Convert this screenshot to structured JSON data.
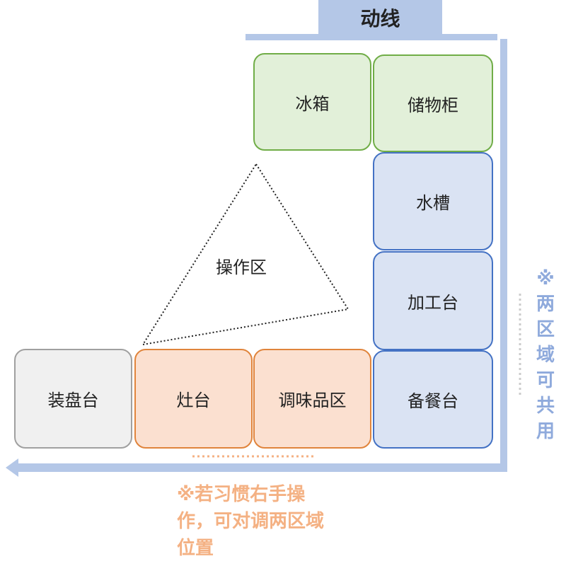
{
  "header": {
    "title": "动线"
  },
  "zones": {
    "fridge": "冰箱",
    "cabinet": "储物柜",
    "sink": "水槽",
    "prep": "加工台",
    "serving": "备餐台",
    "plating": "装盘台",
    "stove": "灶台",
    "seasoning": "调味品区"
  },
  "triangle_label": "操作区",
  "side_note": [
    "※",
    "两",
    "区",
    "域",
    "可",
    "共",
    "用"
  ],
  "bottom_note": "※若习惯右手操作，可对调两区域位置",
  "colors": {
    "green": "#70ad47",
    "blue": "#4472c4",
    "orange": "#e0843c",
    "gray": "#a0a0a0",
    "flow": "#b4c7e7"
  }
}
